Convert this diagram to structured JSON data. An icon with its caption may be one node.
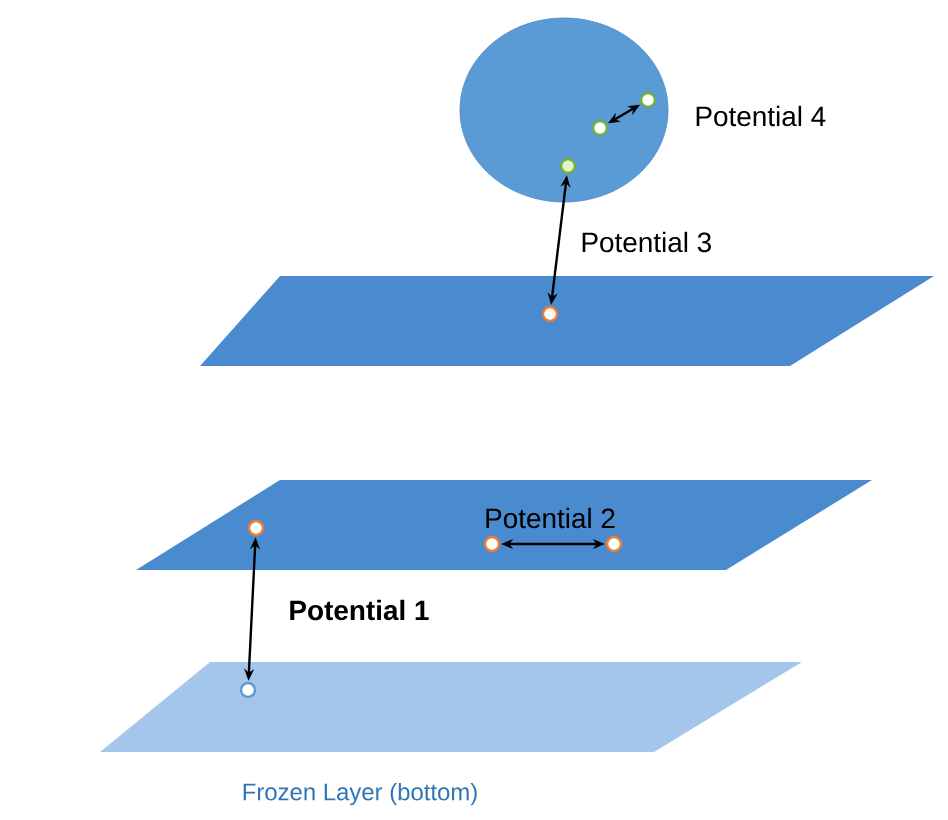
{
  "diagram": {
    "nodes": [
      {
        "text": [],
        "shape": "circle"
      },
      {
        "text": [],
        "shape": "circle",
        "in": 0
      },
      {
        "text": [],
        "shape": "circle",
        "in": 0
      },
      {
        "text": [],
        "shape": "circle",
        "in": 0
      },
      {
        "text": [],
        "shape": "parallelogram"
      },
      {
        "text": [],
        "shape": "circle",
        "in": 4
      },
      {
        "text": [],
        "shape": "parallelogram"
      },
      {
        "text": [],
        "shape": "circle",
        "in": 6
      },
      {
        "text": [],
        "shape": "circle",
        "in": 6
      },
      {
        "text": [],
        "shape": "circle",
        "in": 6
      },
      {
        "text": [
          "Frozen Layer (bottom)"
        ]
      },
      {
        "text": [],
        "shape": "circle",
        "in": 10
      }
    ],
    "edges": [
      {
        "from": 2,
        "to": 3,
        "arrow": "both",
        "label": "Potential 4"
      },
      {
        "from": 1,
        "to": 5,
        "arrow": "both",
        "label": "Potential 3"
      },
      {
        "from": 8,
        "to": 9,
        "arrow": "both",
        "label": "Potential 2"
      },
      {
        "from": 7,
        "to": 11,
        "arrow": "both",
        "label": "Potential 1"
      }
    ]
  }
}
